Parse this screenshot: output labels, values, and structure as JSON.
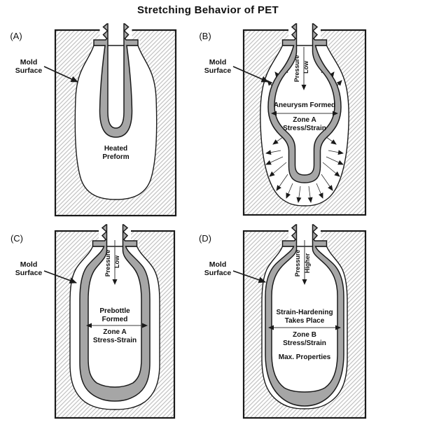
{
  "title": "Stretching Behavior of PET",
  "colors": {
    "preform_fill": "#a6a6a6",
    "outline": "#1a1a1a",
    "hatch_line": "#c2c2c2",
    "background": "#ffffff"
  },
  "panels": {
    "a": {
      "letter": "(A)",
      "mold_line1": "Mold",
      "mold_line2": "Surface",
      "label_line1": "Heated",
      "label_line2": "Preform"
    },
    "b": {
      "letter": "(B)",
      "mold_line1": "Mold",
      "mold_line2": "Surface",
      "pressure_word": "Pressure",
      "pressure_level": "Low",
      "heading": "Aneurysm Formed",
      "zone": "Zone A",
      "stress": "Stress/Strain"
    },
    "c": {
      "letter": "(C)",
      "mold_line1": "Mold",
      "mold_line2": "Surface",
      "pressure_word": "Pressure",
      "pressure_level": "Low",
      "heading_line1": "Prebottle",
      "heading_line2": "Formed",
      "zone": "Zone A",
      "stress": "Stress-Strain"
    },
    "d": {
      "letter": "(D)",
      "mold_line1": "Mold",
      "mold_line2": "Surface",
      "pressure_word": "Pressure",
      "pressure_level": "Higher",
      "heading_line1": "Strain-Hardening",
      "heading_line2": "Takes Place",
      "zone": "Zone B",
      "stress": "Stress/Strain",
      "note": "Max. Properties"
    }
  }
}
